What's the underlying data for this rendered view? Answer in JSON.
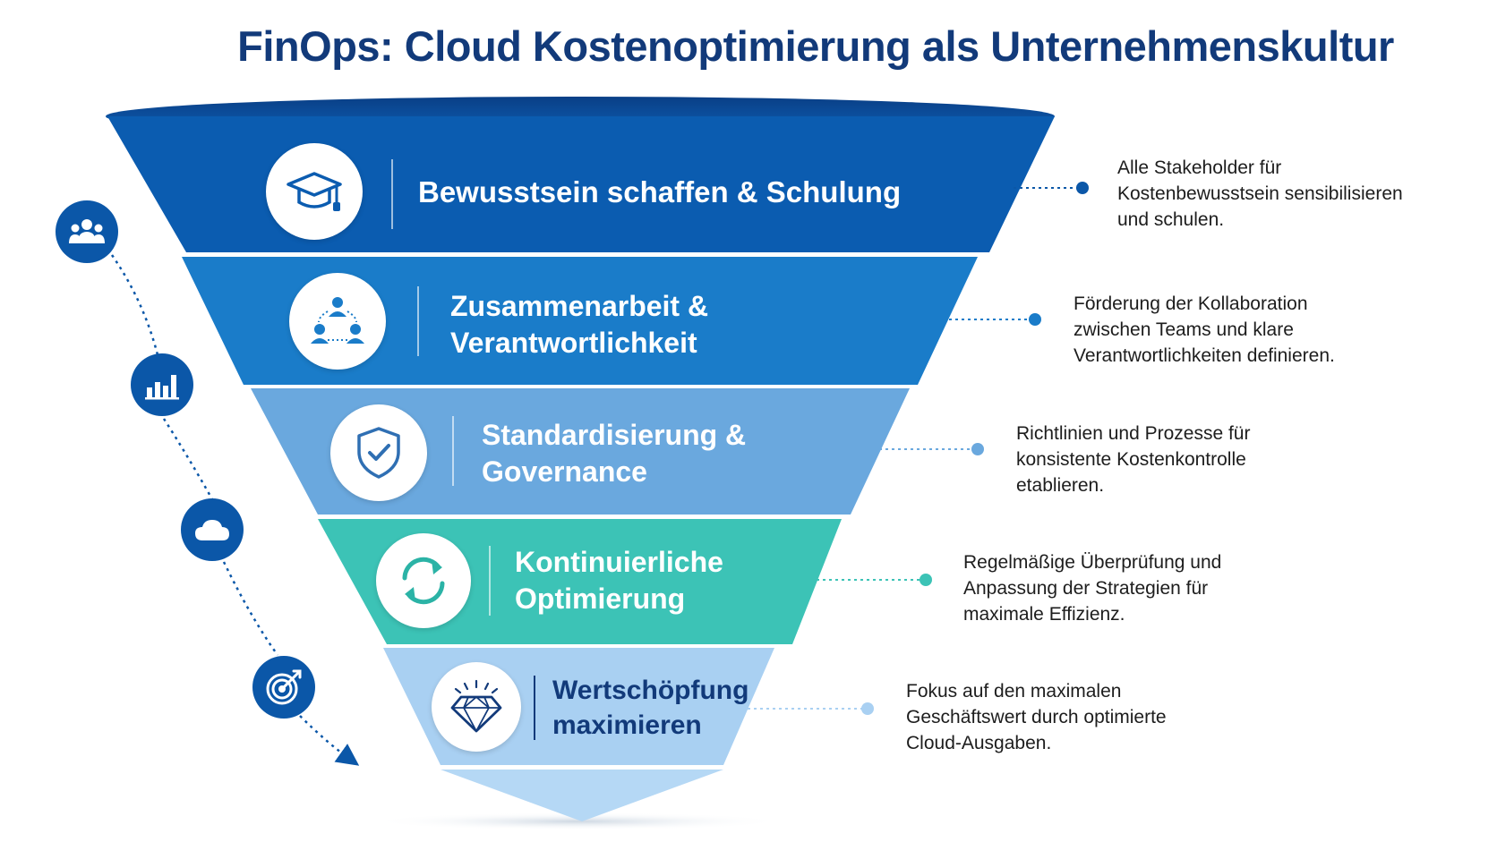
{
  "title": "FinOps: Cloud Kostenoptimierung als Unternehmenskultur",
  "colors": {
    "title": "#123a7a",
    "stage1": "#0b5cb0",
    "stage2": "#1a7cc9",
    "stage3": "#6aa8de",
    "stage4": "#3cc3b6",
    "stage5": "#a9d0f2",
    "side_icon": "#0b57a8"
  },
  "stages": [
    {
      "icon": "graduation-cap-icon",
      "label_lines": [
        "Bewusstsein schaffen & Schulung"
      ],
      "description_lines": [
        "Alle Stakeholder für",
        "Kostenbewusstsein sensibilisieren",
        "und schulen."
      ]
    },
    {
      "icon": "team-network-icon",
      "label_lines": [
        "Zusammenarbeit &",
        "Verantwortlichkeit"
      ],
      "description_lines": [
        "Förderung der Kollaboration",
        "zwischen Teams und klare",
        "Verantwortlichkeiten definieren."
      ]
    },
    {
      "icon": "shield-check-icon",
      "label_lines": [
        "Standardisierung &",
        "Governance"
      ],
      "description_lines": [
        "Richtlinien und Prozesse für",
        "konsistente Kostenkontrolle",
        "etablieren."
      ]
    },
    {
      "icon": "refresh-cycle-icon",
      "label_lines": [
        "Kontinuierliche",
        "Optimierung"
      ],
      "description_lines": [
        "Regelmäßige Überprüfung und",
        "Anpassung der Strategien für",
        "maximale Effizienz."
      ]
    },
    {
      "icon": "diamond-icon",
      "label_lines": [
        "Wertschöpfung",
        "maximieren"
      ],
      "description_lines": [
        "Fokus auf den maximalen",
        "Geschäftswert durch optimierte",
        "Cloud-Ausgaben."
      ]
    }
  ],
  "side_icons": [
    "people-icon",
    "bar-chart-icon",
    "cloud-icon",
    "target-icon"
  ]
}
